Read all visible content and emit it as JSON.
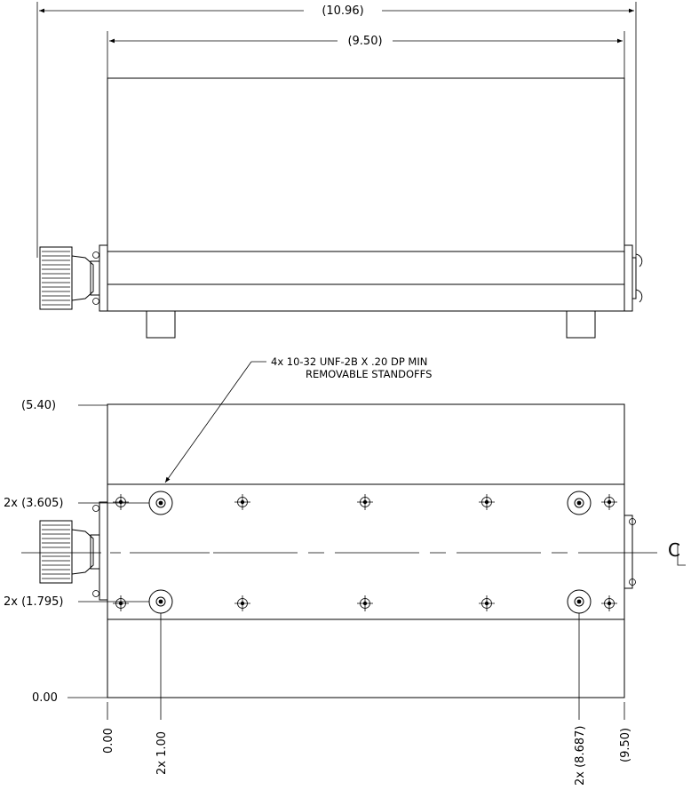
{
  "top_view": {
    "overall_length": "(10.96)",
    "body_length": "(9.50)"
  },
  "bottom_view": {
    "note": {
      "line1": "4x 10-32 UNF-2B X .20 DP MIN",
      "line2": "REMOVABLE STANDOFFS"
    },
    "vertical_dims": {
      "top": "(5.40)",
      "upper_holes": "2x (3.605)",
      "lower_holes": "2x (1.795)",
      "bottom": "0.00"
    },
    "horizontal_dims": {
      "origin": "0.00",
      "left_holes": "2x 1.00",
      "right_holes": "2x (8.687)",
      "right_edge": "(9.50)"
    },
    "centerline_symbol": "CL"
  }
}
